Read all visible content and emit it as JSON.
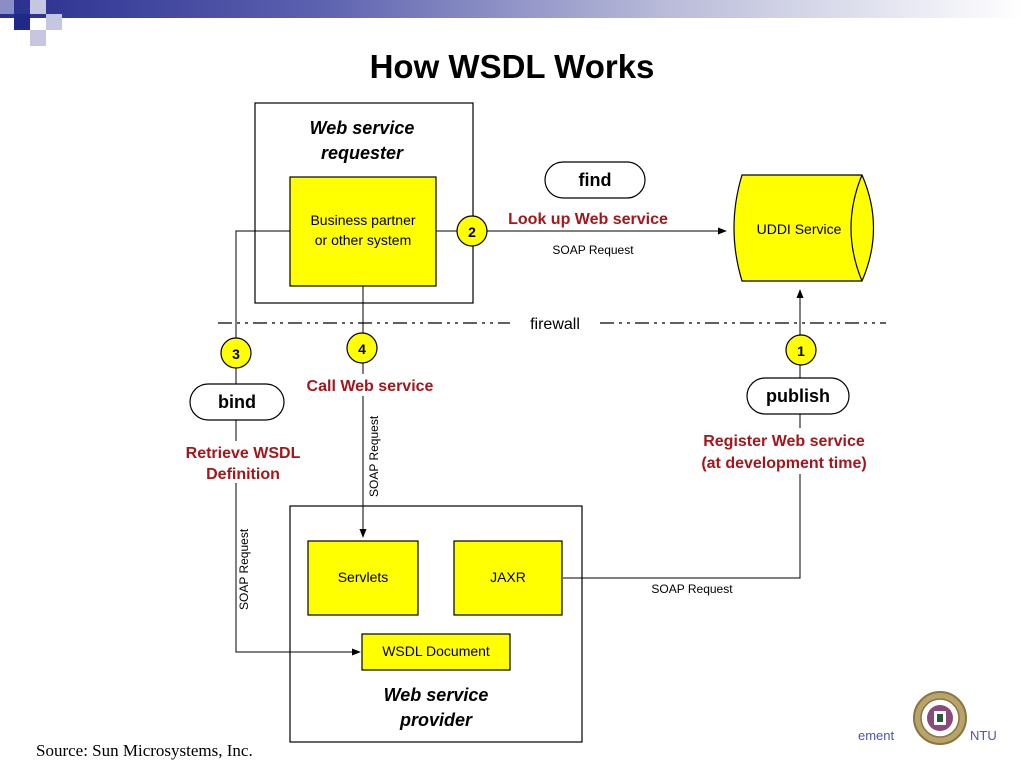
{
  "slide": {
    "title": "How WSDL Works",
    "source": "Source: Sun Microsystems, Inc.",
    "footer_left": "ement",
    "footer_ntu": "NTU"
  },
  "diagram": {
    "requester_title_1": "Web service",
    "requester_title_2": "requester",
    "business_partner_1": "Business partner",
    "business_partner_2": "or other system",
    "find": "find",
    "lookup": "Look up Web service",
    "soap_request_top": "SOAP Request",
    "uddi": "UDDI Service",
    "firewall": "firewall",
    "step1": "1",
    "step2": "2",
    "step3": "3",
    "step4": "4",
    "bind": "bind",
    "call_web_service": "Call Web service",
    "retrieve_1": "Retrieve WSDL",
    "retrieve_2": "Definition",
    "soap_request_left": "SOAP Request",
    "soap_request_mid": "SOAP Request",
    "publish": "publish",
    "register_1": "Register Web service",
    "register_2": "(at development time)",
    "servlets": "Servlets",
    "jaxr": "JAXR",
    "soap_request_bottom": "SOAP Request",
    "wsdl_document": "WSDL Document",
    "provider_title_1": "Web service",
    "provider_title_2": "provider"
  },
  "colors": {
    "yellow": "#ffff00",
    "dark_red": "#a5161b",
    "header_blue": "#2a2f8f"
  }
}
